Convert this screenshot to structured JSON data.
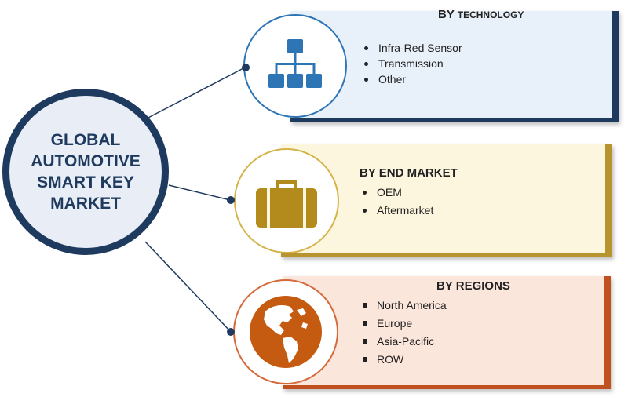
{
  "hub": {
    "title": "GLOBAL\nAUTOMOTIVE\nSMART KEY\nMARKET"
  },
  "segments": [
    {
      "title_prefix": "BY ",
      "title_rest": "TECHNOLOGY",
      "items": [
        "Infra-Red Sensor",
        "Transmission",
        "Other"
      ],
      "icon": "hierarchy-icon",
      "colors": {
        "fill": "#e8f0f9",
        "edge": "#1f3a5f",
        "ring": "#2e75b6",
        "icon": "#2e75b6"
      }
    },
    {
      "title": "BY END MARKET",
      "items": [
        "OEM",
        "Aftermarket"
      ],
      "icon": "briefcase-icon",
      "colors": {
        "fill": "#fdf6df",
        "edge": "#b8942e",
        "ring": "#d4b34a",
        "icon": "#b38a1c"
      }
    },
    {
      "title": "BY REGIONS",
      "items": [
        "North America",
        "Europe",
        "Asia-Pacific",
        "ROW"
      ],
      "icon": "globe-icon",
      "colors": {
        "fill": "#fbe6dc",
        "edge": "#c0501f",
        "ring": "#d46a3a",
        "icon": "#c55a11"
      }
    }
  ]
}
